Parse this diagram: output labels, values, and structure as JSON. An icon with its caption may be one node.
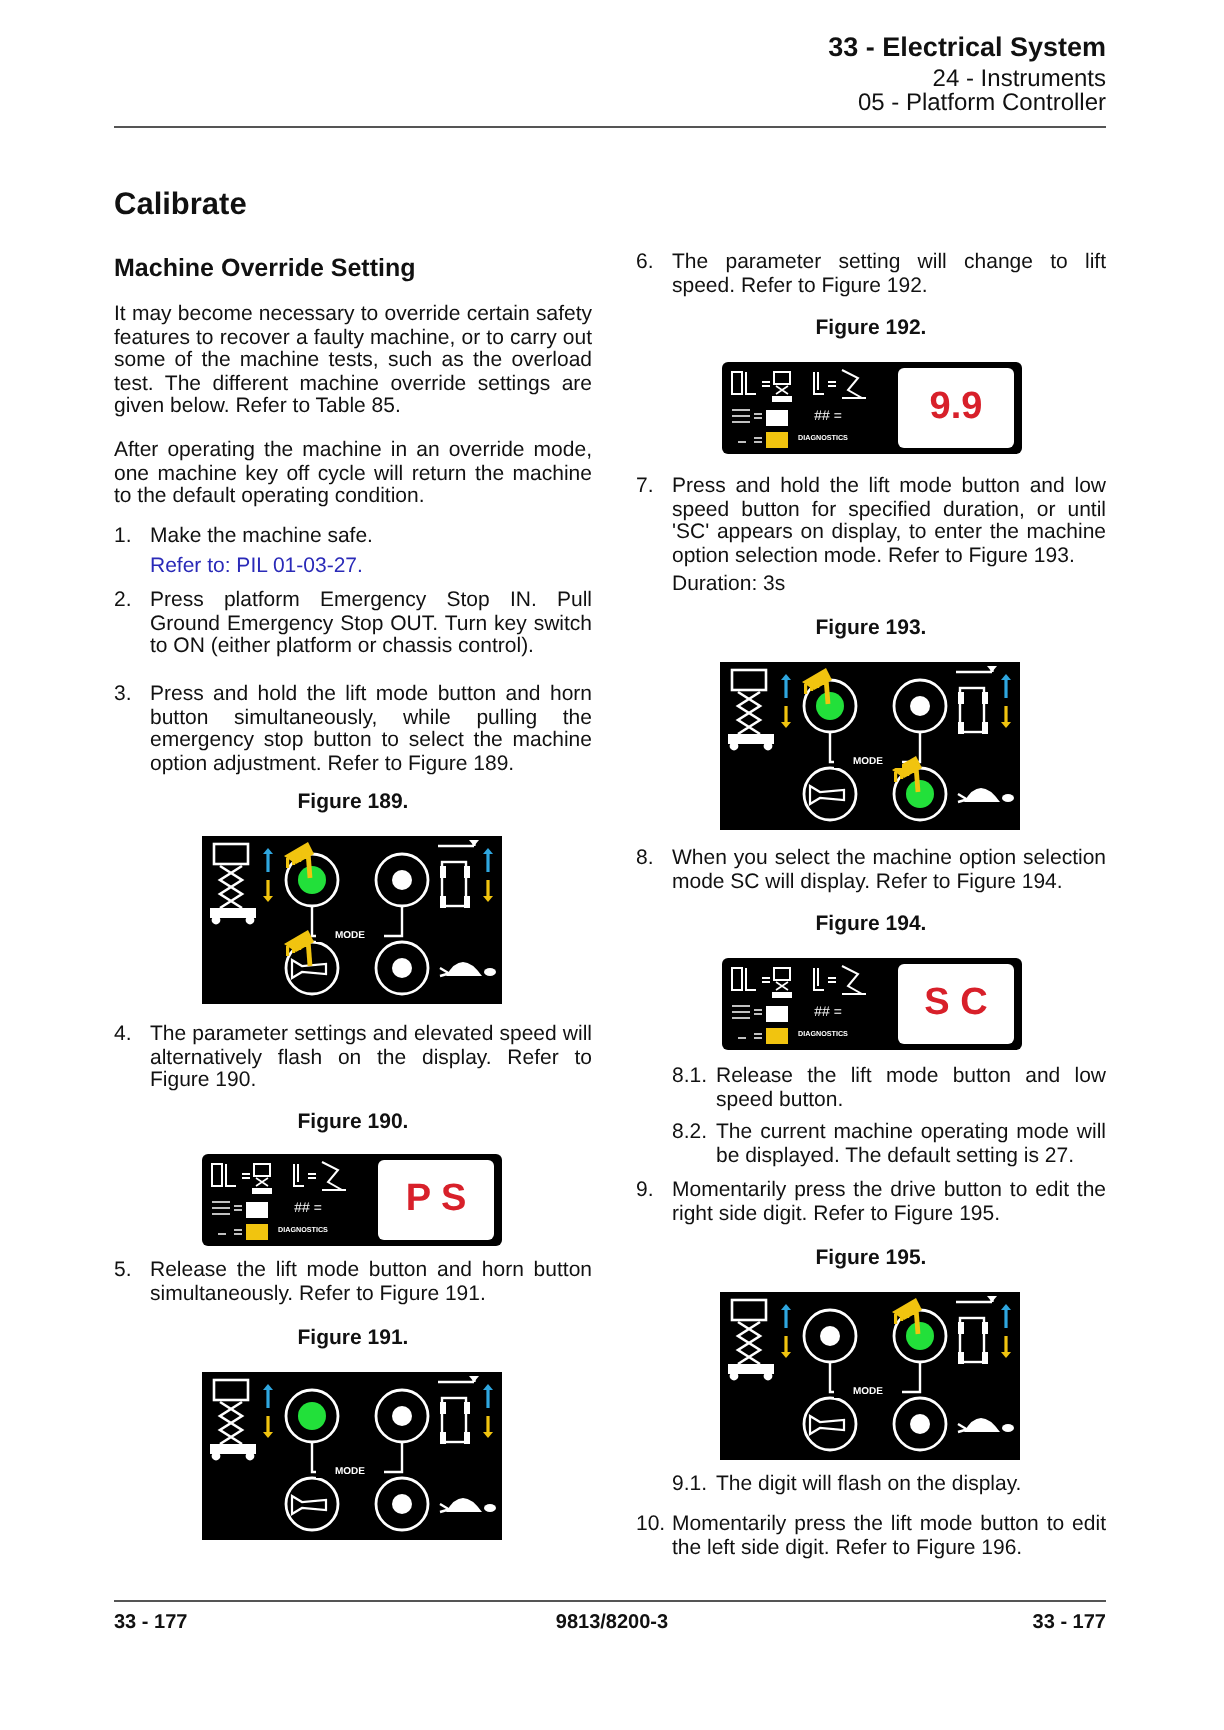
{
  "diagram": {
    "labels": [
      "33 - Electrical System",
      "24 - Instruments",
      "05 - Platform Controller",
      "Calibrate",
      "Machine Override Setting",
      "It may become necessary to override certain safety features to recover a faulty machine, or to carry out some of the machine tests, such as the overload test. The different machine override settings are given below. Refer to Table 85.",
      "After operating the machine in an override mode, one machine key off cycle will return the machine to the default operating condition.",
      "1.",
      "Make the machine safe.",
      "Refer to: PIL 01-03-27.",
      "2.",
      "Press platform Emergency Stop IN. Pull Ground Emergency Stop OUT. Turn key switch to ON (either platform or chassis control).",
      "3.",
      "Press and hold the lift mode button and horn button simultaneously, while pulling the emergency stop button to select the machine option adjustment. Refer to Figure 189.",
      "Figure 189.",
      "MODE",
      "4.",
      "The parameter settings and elevated speed will alternatively flash on the display. Refer to Figure 190.",
      "Figure 190.",
      "## =",
      "DIAGNOSTICS",
      "P S",
      "5.",
      "Release the lift mode button and horn button simultaneously. Refer to Figure 191.",
      "Figure 191.",
      "MODE",
      "6.",
      "The parameter setting will change to lift speed. Refer to Figure 192.",
      "Figure 192.",
      "## =",
      "DIAGNOSTICS",
      "9.9",
      "7.",
      "Press and hold the lift mode button and low speed button for specified duration, or until 'SC' appears on display, to enter the machine option selection mode. Refer to Figure 193.",
      "Duration: 3s",
      "Figure 193.",
      "MODE",
      "8.",
      "When you select the machine option selection mode SC will display. Refer to Figure 194.",
      "Figure 194.",
      "## =",
      "DIAGNOSTICS",
      "S C",
      "8.1.",
      "Release the lift mode button and low speed button.",
      "8.2.",
      "The current machine operating mode will be displayed. The default setting is 27.",
      "9.",
      "Momentarily press the drive button to edit the right side digit. Refer to Figure 195.",
      "Figure 195.",
      "MODE",
      "9.1.",
      "The digit will flash on the display.",
      "10.",
      "Momentarily press the lift mode button to edit the left side digit. Refer to Figure 196.",
      "33 - 177",
      "9813/8200-3",
      "33 - 177"
    ]
  }
}
